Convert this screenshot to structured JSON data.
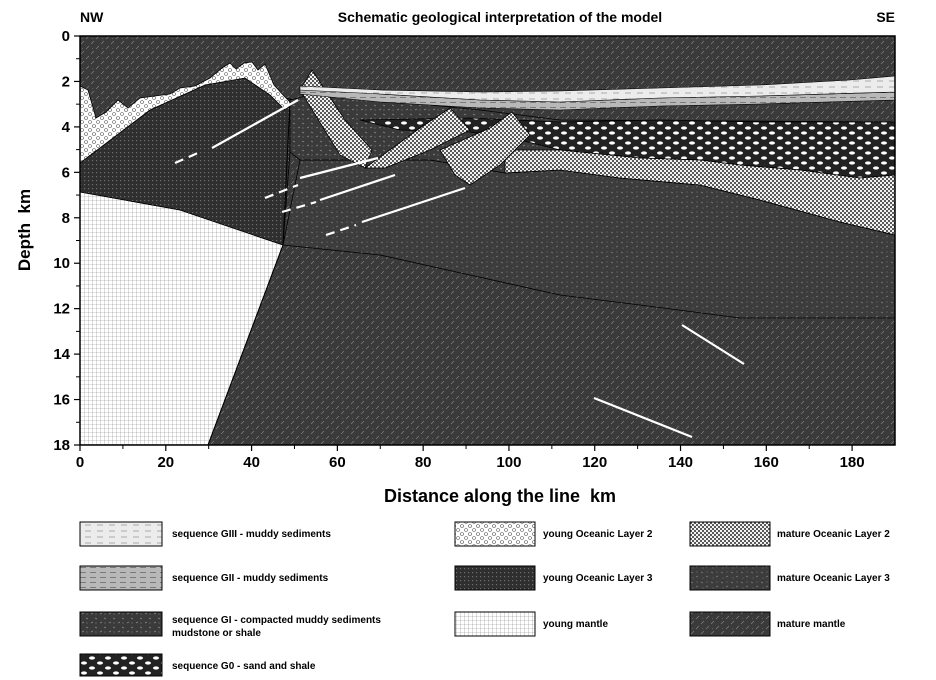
{
  "figure": {
    "title": "Schematic geological interpretation of the model",
    "left_direction": "NW",
    "right_direction": "SE",
    "xlabel": "Distance along the line  km",
    "ylabel": "Depth  km",
    "x_ticks": [
      "0",
      "20",
      "40",
      "60",
      "80",
      "100",
      "120",
      "140",
      "160",
      "180"
    ],
    "y_ticks": [
      "0",
      "2",
      "4",
      "6",
      "8",
      "10",
      "12",
      "14",
      "16",
      "18"
    ],
    "x_range_km": [
      0,
      190
    ],
    "depth_range_km": [
      0,
      18
    ]
  },
  "legend": {
    "items": [
      {
        "key": "giii",
        "label": "sequence GIII - muddy sediments"
      },
      {
        "key": "gii",
        "label": "sequence GII - muddy sediments"
      },
      {
        "key": "gi",
        "label": "sequence GI - compacted muddy sediments",
        "label2": "mudstone or shale"
      },
      {
        "key": "g0",
        "label": "sequence G0 - sand and shale"
      },
      {
        "key": "yol2",
        "label": "young Oceanic Layer 2"
      },
      {
        "key": "yol3",
        "label": "young Oceanic Layer 3"
      },
      {
        "key": "ym",
        "label": "young mantle"
      },
      {
        "key": "mol2",
        "label": "mature Oceanic Layer 2"
      },
      {
        "key": "mol3",
        "label": "mature Oceanic Layer 3"
      },
      {
        "key": "mm",
        "label": "mature mantle"
      }
    ]
  }
}
